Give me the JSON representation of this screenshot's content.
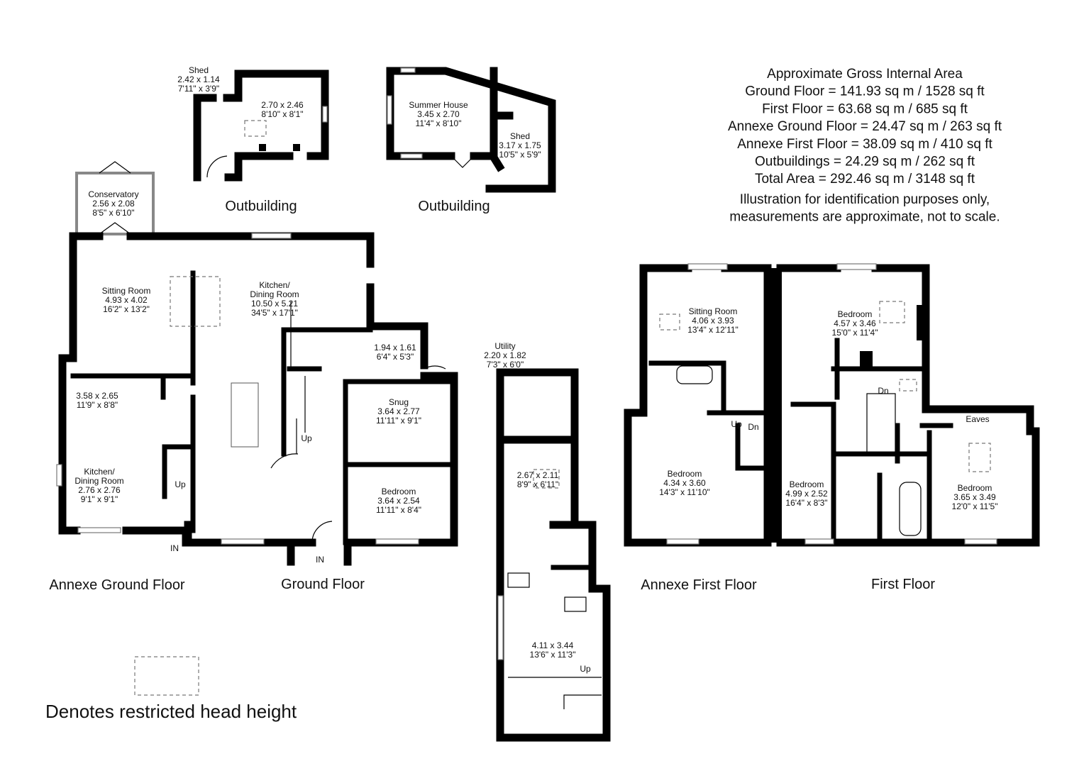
{
  "summary": {
    "lines": [
      "Approximate Gross Internal Area",
      "Ground Floor = 141.93 sq m / 1528 sq ft",
      "First Floor = 63.68 sq m / 685 sq ft",
      "Annexe Ground Floor = 24.47 sq m / 263 sq ft",
      "Annexe First Floor = 38.09 sq m / 410 sq ft",
      "Outbuildings = 24.29 sq m / 262 sq ft",
      "Total Area = 292.46 sq m / 3148 sq ft",
      "Illustration for identification purposes only,",
      "measurements are approximate, not to scale."
    ]
  },
  "floors": {
    "outbuilding_1": "Outbuilding",
    "outbuilding_2": "Outbuilding",
    "annexe_ground": "Annexe Ground Floor",
    "ground": "Ground Floor",
    "annexe_first": "Annexe First Floor",
    "first": "First Floor"
  },
  "rooms": [
    {
      "id": "shed-1",
      "lines": [
        "Shed",
        "2.42 x 1.14",
        "7'11\" x 3'9\""
      ]
    },
    {
      "id": "store",
      "lines": [
        "2.70 x 2.46",
        "8'10\" x 8'1\""
      ]
    },
    {
      "id": "summer-house",
      "lines": [
        "Summer House",
        "3.45 x 2.70",
        "11'4\" x 8'10\""
      ]
    },
    {
      "id": "shed-2",
      "lines": [
        "Shed",
        "3.17 x 1.75",
        "10'5\" x 5'9\""
      ]
    },
    {
      "id": "conservatory",
      "lines": [
        "Conservatory",
        "2.56 x 2.08",
        "8'5\" x 6'10\""
      ]
    },
    {
      "id": "sitting-room",
      "lines": [
        "Sitting Room",
        "4.93 x 4.02",
        "16'2\" x 13'2\""
      ]
    },
    {
      "id": "kitchen-dining",
      "lines": [
        "Kitchen/",
        "Dining Room",
        "10.50 x 5.21",
        "34'5\" x 17'1\""
      ]
    },
    {
      "id": "small-room",
      "lines": [
        "1.94 x 1.61",
        "6'4\" x 5'3\""
      ]
    },
    {
      "id": "utility",
      "lines": [
        "Utility",
        "2.20 x 1.82",
        "7'3\" x 6'0\""
      ]
    },
    {
      "id": "annexe-kitchen",
      "lines": [
        "3.58 x 2.65",
        "11'9\" x 8'8\""
      ]
    },
    {
      "id": "snug",
      "lines": [
        "Snug",
        "3.64 x 2.77",
        "11'11\" x 9'1\""
      ]
    },
    {
      "id": "annexe-kitchen-dining",
      "lines": [
        "Kitchen/",
        "Dining Room",
        "2.76 x 2.76",
        "9'1\" x 9'1\""
      ]
    },
    {
      "id": "ground-bedroom",
      "lines": [
        "Bedroom",
        "3.64 x 2.54",
        "11'11\" x 8'4\""
      ]
    },
    {
      "id": "store-2",
      "lines": [
        "2.67 x 2.11",
        "8'9\" x 6'11\""
      ]
    },
    {
      "id": "garage-room",
      "lines": [
        "4.11 x 3.44",
        "13'6\" x 11'3\""
      ]
    },
    {
      "id": "annexe-sitting-room",
      "lines": [
        "Sitting Room",
        "4.06 x 3.93",
        "13'4\" x 12'11\""
      ]
    },
    {
      "id": "bedroom-1",
      "lines": [
        "Bedroom",
        "4.57 x 3.46",
        "15'0\" x 11'4\""
      ]
    },
    {
      "id": "annexe-bedroom",
      "lines": [
        "Bedroom",
        "4.34 x 3.60",
        "14'3\" x 11'10\""
      ]
    },
    {
      "id": "bedroom-2",
      "lines": [
        "Bedroom",
        "4.99 x 2.52",
        "16'4\" x 8'3\""
      ]
    },
    {
      "id": "bedroom-3",
      "lines": [
        "Bedroom",
        "3.65 x 3.49",
        "12'0\" x 11'5\""
      ]
    }
  ],
  "markers": {
    "up_1": "Up",
    "up_2": "Up",
    "up_3": "Up",
    "up_4": "Up",
    "dn_1": "Dn",
    "dn_2": "Dn",
    "eaves": "Eaves",
    "in_1": "IN",
    "in_2": "IN"
  },
  "legend": {
    "text": "Denotes restricted head height"
  }
}
